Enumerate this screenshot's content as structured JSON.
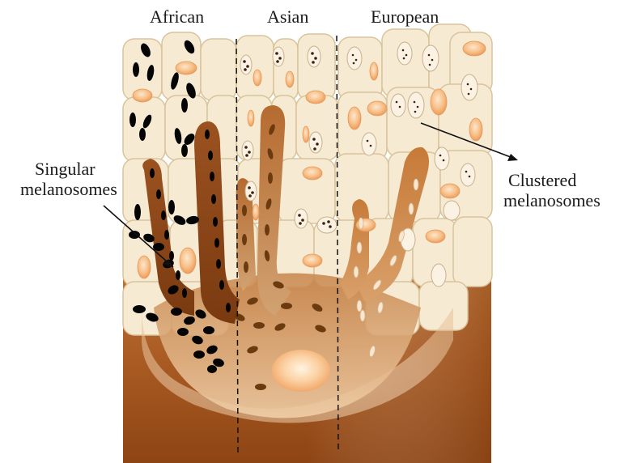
{
  "columns": {
    "african": "African",
    "asian": "Asian",
    "european": "European"
  },
  "annotations": {
    "singular_line1": "Singular",
    "singular_line2": "melanosomes",
    "clustered_line1": "Clustered",
    "clustered_line2": "melanosomes"
  },
  "colors": {
    "keratinocyte_fill": "#f6ead2",
    "keratinocyte_stroke": "#d9c39b",
    "dermis_dark": "#a55a22",
    "dermis_light": "#f3d8b5",
    "melanocyte_african": "#8a4616",
    "melanocyte_asian": "#a8622b",
    "melanocyte_european": "#c98446",
    "melanosome_african": "#050505",
    "melanosome_asian": "#6b3a0f",
    "melanosome_european": "#f7e6d0",
    "nucleus": "#f3b27c"
  }
}
